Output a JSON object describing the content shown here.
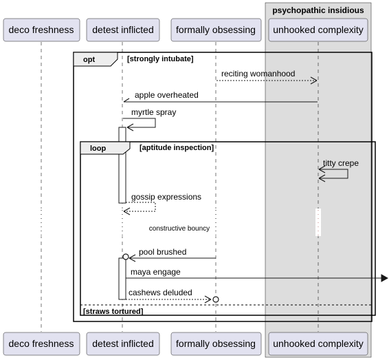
{
  "participants": [
    {
      "id": "deco",
      "label": "deco freshness"
    },
    {
      "id": "detest",
      "label": "detest inflicted"
    },
    {
      "id": "formally",
      "label": "formally obsessing"
    },
    {
      "id": "unhooked",
      "label": "unhooked complexity"
    }
  ],
  "box": {
    "title": "psychopathic insidious"
  },
  "opt_group": {
    "keyword": "opt",
    "condition": "[strongly intubate]",
    "else_condition": "[straws tortured]"
  },
  "loop_group": {
    "keyword": "loop",
    "condition": "[aptitude inspection]"
  },
  "messages": [
    {
      "text": "reciting womanhood"
    },
    {
      "text": "apple overheated"
    },
    {
      "text": "myrtle spray"
    },
    {
      "text": "titty crepe"
    },
    {
      "text": "gossip expressions"
    },
    {
      "text": "pool brushed"
    },
    {
      "text": "maya engage"
    },
    {
      "text": "cashews deluded"
    }
  ],
  "delay": {
    "text": "constructive bouncy"
  },
  "colors": {
    "participant_fill": "#e2e2f0",
    "participant_border": "#181818",
    "box_fill": "#dddddd",
    "line": "#181818"
  }
}
